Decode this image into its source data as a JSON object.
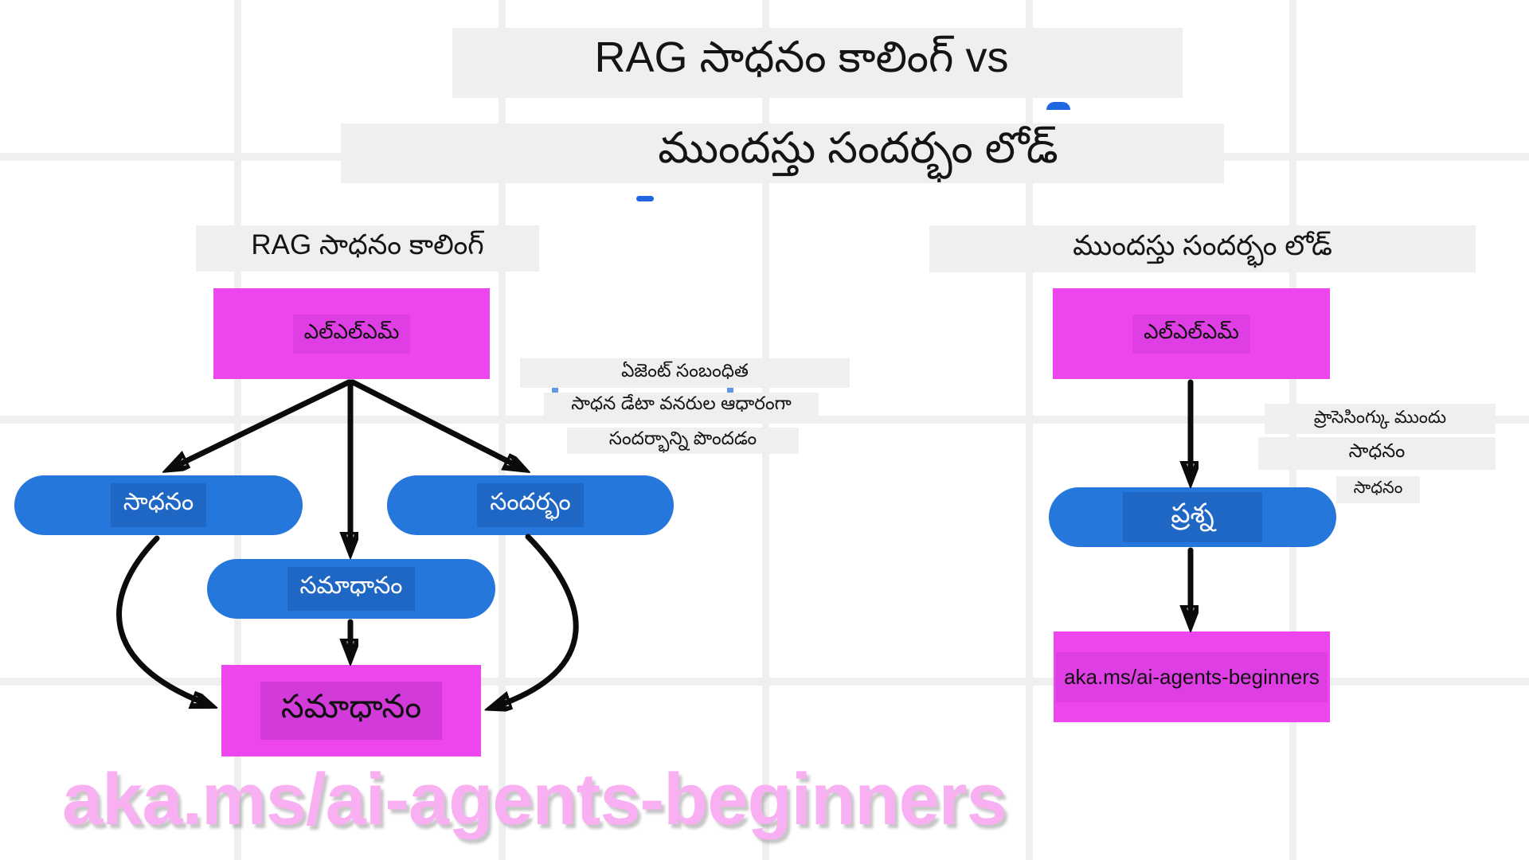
{
  "title": {
    "line1": "RAG సాధనం కాలింగ్ vs",
    "line2": "ముందస్తు సందర్భం లోడ్"
  },
  "left_panel": {
    "header": "RAG సాధనం కాలింగ్",
    "llm_box": "ఎల్ఎల్ఎమ్",
    "annotations": [
      "ఏజెంట్ సంబంధిత",
      "సాధన డేటా వనరుల ఆధారంగా",
      "సందర్భాన్ని పొందడం"
    ],
    "tool_pill": "సాధనం",
    "context_pill": "సందర్భం",
    "answer_pill": "సమాధానం",
    "answer_box": "సమాధానం"
  },
  "right_panel": {
    "header": "ముందస్తు సందర్భం లోడ్",
    "llm_box": "ఎల్ఎల్ఎమ్",
    "annotations": [
      "ప్రాసెసింగ్కు ముందు",
      "సాధనం",
      "సాధనం"
    ],
    "question_pill": "ప్రశ్న",
    "link_box": "aka.ms/ai-agents-beginners"
  },
  "watermark": "aka.ms/ai-agents-beginners",
  "colors": {
    "magenta": "#EE46EE",
    "blue": "#2577DB",
    "gray_box": "#EFEFEF",
    "grid_line": "#EFEFEF",
    "watermark_pink": "#F8B0F2",
    "arrow_black": "#0B0B0B",
    "artifact_blue": "#2066E0",
    "text_dark": "#141414"
  }
}
